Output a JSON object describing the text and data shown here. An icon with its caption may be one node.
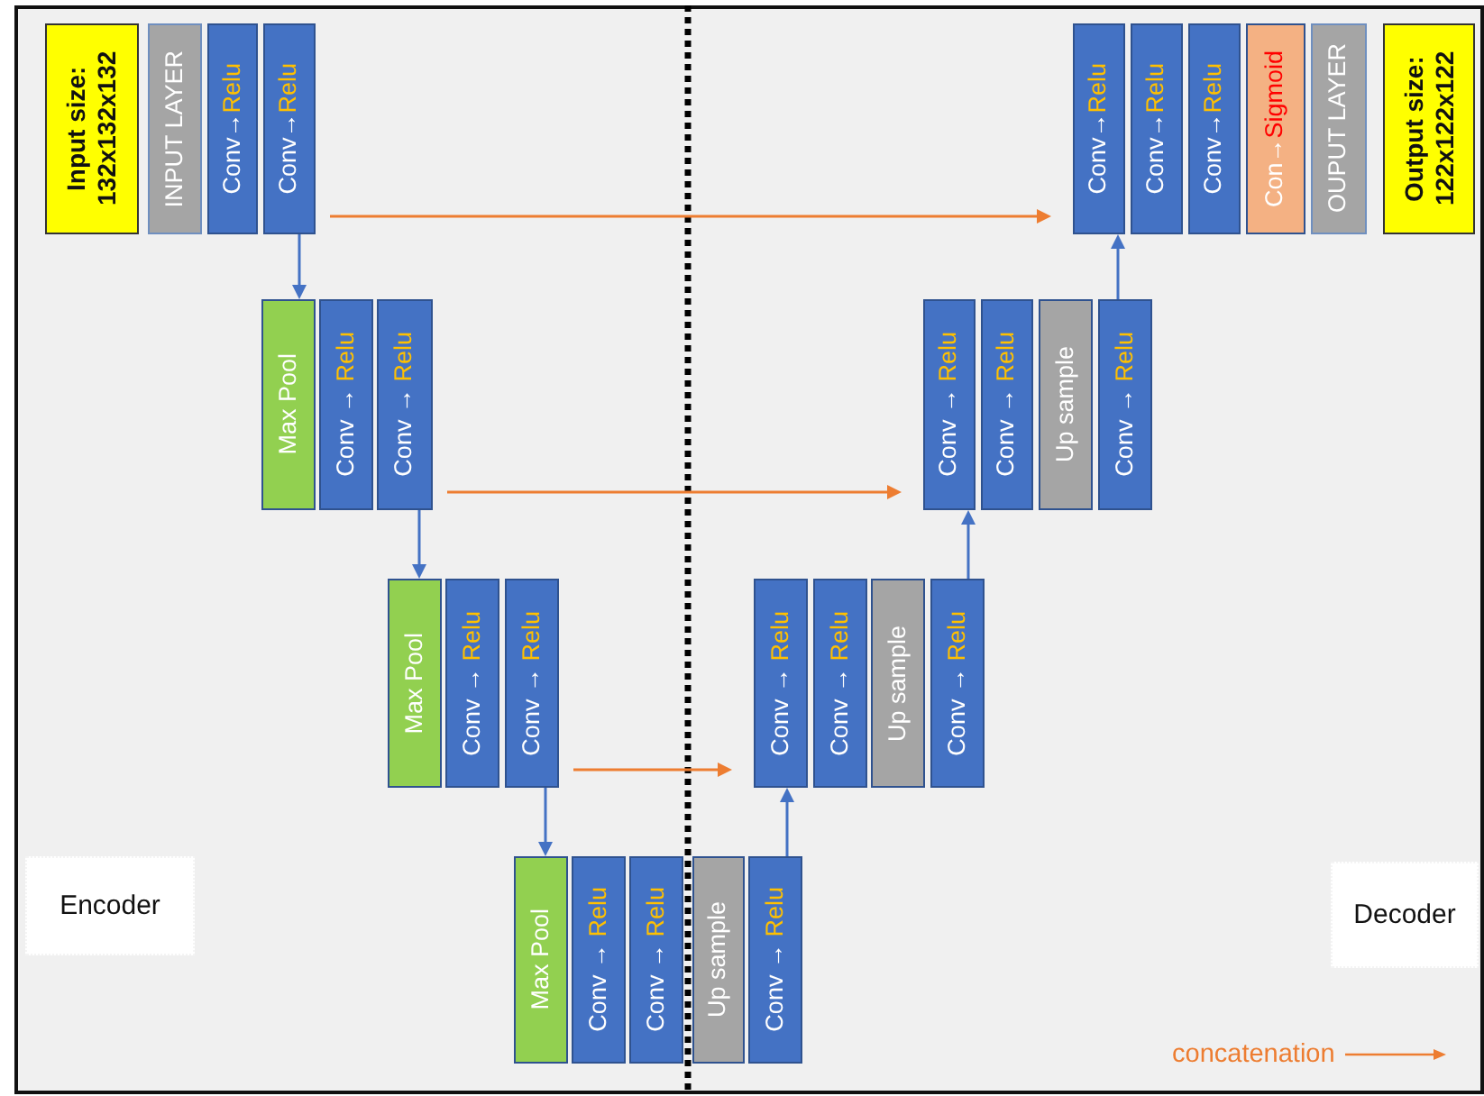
{
  "diagram": {
    "nodes": [
      {
        "text": [
          "Input size: 132x132x132"
        ]
      },
      {
        "text": [
          "INPUT LAYER"
        ]
      },
      {
        "text": [
          "Conv→Relu"
        ]
      },
      {
        "text": [
          "Conv→Relu"
        ]
      },
      {
        "text": [
          "Conv→Relu"
        ]
      },
      {
        "text": [
          "Conv→Relu"
        ]
      },
      {
        "text": [
          "Conv→Relu"
        ]
      },
      {
        "text": [
          "Con→Sigmoid"
        ]
      },
      {
        "text": [
          "OUPUT LAYER"
        ]
      },
      {
        "text": [
          "Output size: 122x122x122"
        ]
      },
      {
        "text": [
          "Max Pool"
        ]
      },
      {
        "text": [
          "Conv → Relu"
        ]
      },
      {
        "text": [
          "Conv → Relu"
        ]
      },
      {
        "text": [
          "Conv → Relu"
        ]
      },
      {
        "text": [
          "Conv → Relu"
        ]
      },
      {
        "text": [
          "Up sample"
        ]
      },
      {
        "text": [
          "Conv → Relu"
        ]
      },
      {
        "text": [
          "Max Pool"
        ]
      },
      {
        "text": [
          "Conv → Relu"
        ]
      },
      {
        "text": [
          "Conv → Relu"
        ]
      },
      {
        "text": [
          "Conv → Relu"
        ]
      },
      {
        "text": [
          "Conv → Relu"
        ]
      },
      {
        "text": [
          "Up sample"
        ]
      },
      {
        "text": [
          "Conv → Relu"
        ]
      },
      {
        "text": [
          "Encoder"
        ]
      },
      {
        "text": [
          "Max Pool"
        ]
      },
      {
        "text": [
          "Conv → Relu"
        ]
      },
      {
        "text": [
          "Conv → Relu"
        ]
      },
      {
        "text": [
          "Up sample"
        ]
      },
      {
        "text": [
          "Conv → Relu"
        ]
      },
      {
        "text": [
          "Decoder"
        ]
      }
    ],
    "edges": [
      {
        "from": 3,
        "to": 10,
        "arrow": "to"
      },
      {
        "from": 12,
        "to": 17,
        "arrow": "to"
      },
      {
        "from": 19,
        "to": 25,
        "arrow": "to"
      },
      {
        "from": 29,
        "to": 20,
        "arrow": "to"
      },
      {
        "from": 23,
        "to": 13,
        "arrow": "to"
      },
      {
        "from": 16,
        "to": 4,
        "arrow": "to"
      },
      {
        "from": 3,
        "to": 4,
        "arrow": "to",
        "color": "#ed7d31"
      },
      {
        "from": 12,
        "to": 13,
        "arrow": "to",
        "color": "#ed7d31"
      },
      {
        "from": 19,
        "to": 20,
        "arrow": "to",
        "color": "#ed7d31"
      }
    ],
    "legend": [
      {
        "text": "concatenation"
      }
    ]
  }
}
